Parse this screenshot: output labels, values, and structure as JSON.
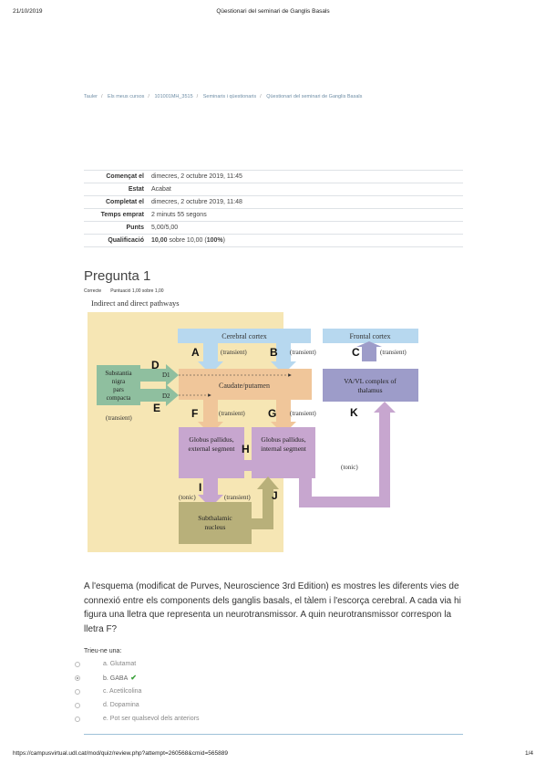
{
  "print_header": {
    "date": "21/10/2019",
    "title": "Qüestionari del seminari de Ganglis Basals"
  },
  "breadcrumb": [
    "Tauler",
    "Els meus cursos",
    "101001MH_3515",
    "Seminaris i qüestionaris",
    "Qüestionari del seminari de Ganglis Basals"
  ],
  "summary": [
    {
      "label": "Començat el",
      "value": "dimecres, 2 octubre 2019, 11:45"
    },
    {
      "label": "Estat",
      "value": "Acabat"
    },
    {
      "label": "Completat el",
      "value": "dimecres, 2 octubre 2019, 11:48"
    },
    {
      "label": "Temps emprat",
      "value": "2 minuts 55 segons"
    },
    {
      "label": "Punts",
      "value": "5,00/5,00"
    },
    {
      "label": "Qualificació",
      "value_bold": "10,00",
      "value_mid": " sobre 10,00 (",
      "value_pct": "100%",
      "value_end": ")"
    }
  ],
  "question": {
    "title": "Pregunta 1",
    "status": "Correcte",
    "mark": "Puntuació 1,00 sobre 1,00",
    "text": "A l'esquema (modificat de Purves, Neuroscience 3rd Edition) es mostres les diferents vies de connexió entre els components dels ganglis basals, el tàlem i l'escorça cerebral. A cada via hi figura una lletra que representa un neurotransmissor. A quin neurotransmissor correspon la lletra F?",
    "prompt": "Trieu-ne una:",
    "options": [
      {
        "label": "a. Glutamat",
        "selected": false,
        "correct": false
      },
      {
        "label": "b. GABA",
        "selected": true,
        "correct": true
      },
      {
        "label": "c. Acetilcolina",
        "selected": false,
        "correct": false
      },
      {
        "label": "d. Dopamina",
        "selected": false,
        "correct": false
      },
      {
        "label": "e. Pot ser qualsevol dels anteriors",
        "selected": false,
        "correct": false
      }
    ]
  },
  "diagram": {
    "heading": "Indirect and direct pathways",
    "cortex": "Cerebral cortex",
    "frontal": "Frontal cortex",
    "sn": [
      "Substantia",
      "nigra",
      "pars",
      "compacta"
    ],
    "caudate": "Caudate/putamen",
    "thalamus": [
      "VA/VL complex of",
      "thalamus"
    ],
    "gpe": [
      "Globus pallidus,",
      "external segment"
    ],
    "gpi": [
      "Globus pallidus,",
      "internal segment"
    ],
    "stn": [
      "Subthalamic",
      "nucleus"
    ],
    "d1": "D1",
    "d2": "D2",
    "transient": "(transient)",
    "tonic": "(tonic)",
    "letters": {
      "A": "A",
      "B": "B",
      "C": "C",
      "D": "D",
      "E": "E",
      "F": "F",
      "G": "G",
      "H": "H",
      "I": "I",
      "J": "J",
      "K": "K"
    },
    "colors": {
      "indirect_bg": "#f6e6b4",
      "cortex": "#b7d8ef",
      "caudate": "#f0c69a",
      "sn": "#8fbf9f",
      "thalamus": "#9d9cc9",
      "pallidus": "#c7a6cf",
      "stn": "#b8b07a"
    }
  },
  "footer": {
    "url": "https://campusvirtual.udl.cat/mod/quiz/review.php?attempt=260568&cmid=565889",
    "page": "1/4"
  },
  "colors": {
    "link": "#6f8ea6",
    "correct": "#3aa03a",
    "divider": "#9fc2d8"
  }
}
